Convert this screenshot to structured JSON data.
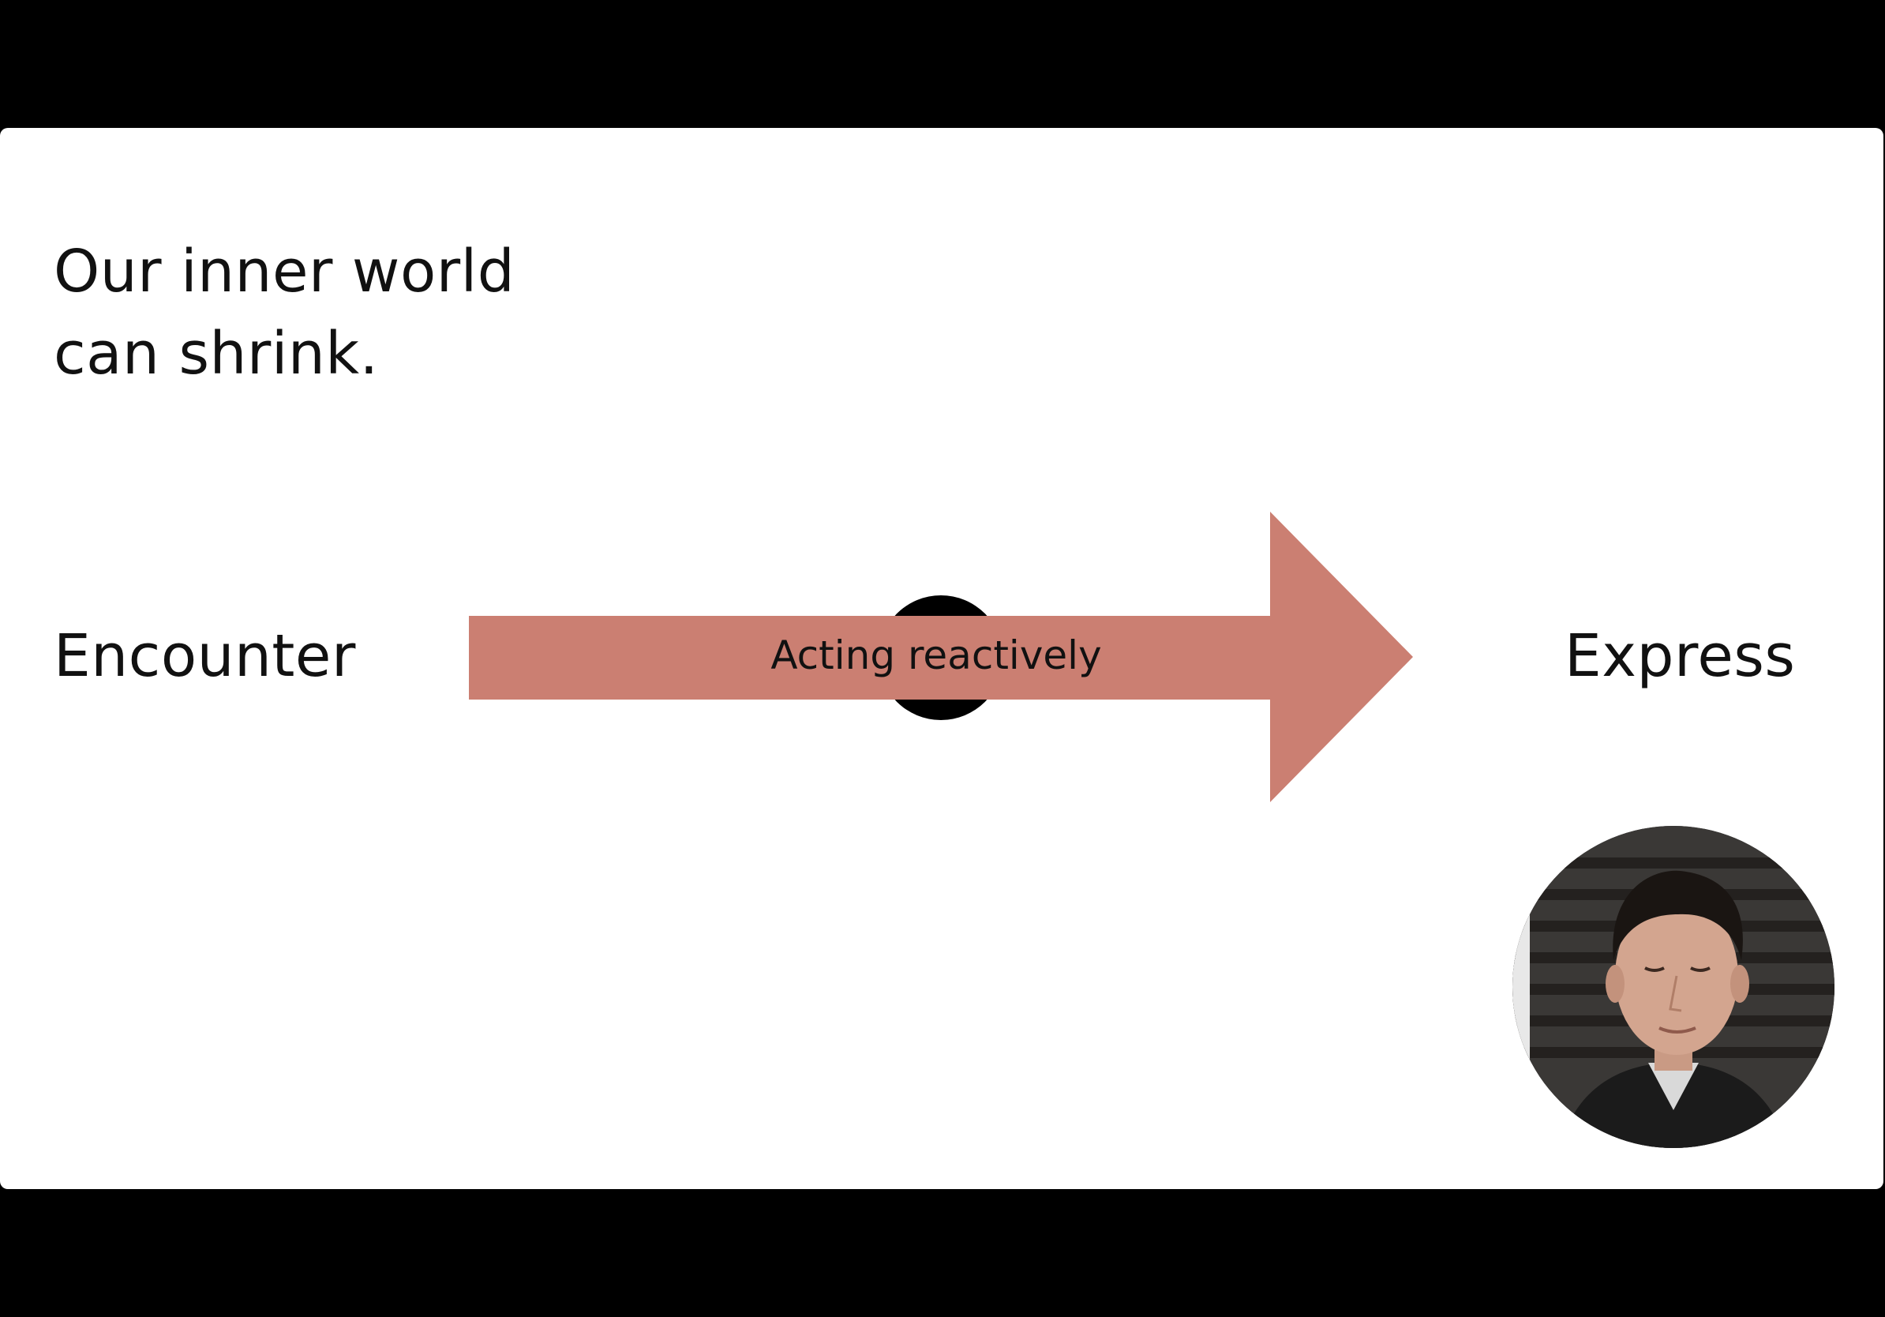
{
  "slide": {
    "title_line1": "Our inner world",
    "title_line2": "can shrink.",
    "left_label": "Encounter",
    "right_label": "Express",
    "arrow_label": "Acting reactively"
  },
  "colors": {
    "arrow": "#cb7f72",
    "dot": "#000000",
    "background": "#ffffff",
    "letterbox": "#000000"
  },
  "presenter": {
    "icon": "presenter-webcam-avatar"
  }
}
